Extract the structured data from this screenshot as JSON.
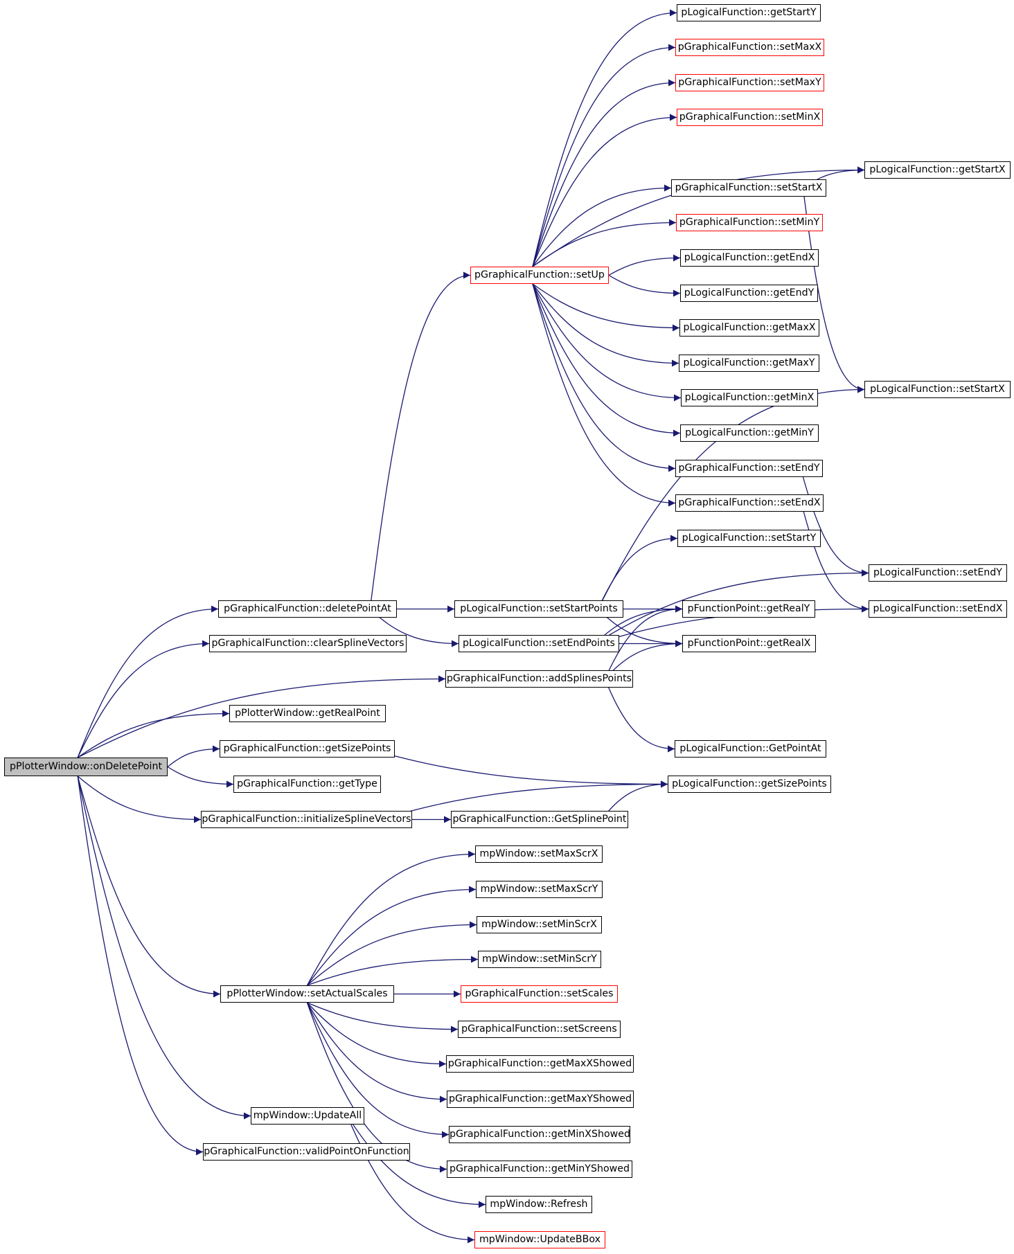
{
  "colors": {
    "edge": "#191970",
    "box_border": "#000000",
    "undocumented_border": "#ff0000",
    "root_fill": "#bfbfbf"
  },
  "nodes": [
    {
      "id": "root",
      "label": "pPlotterWindow::onDeletePoint",
      "style": "root"
    },
    {
      "id": "deletePointAt",
      "label": "pGraphicalFunction::deletePointAt"
    },
    {
      "id": "clearSpline",
      "label": "pGraphicalFunction::clearSplineVectors"
    },
    {
      "id": "getRealPoint",
      "label": "pPlotterWindow::getRealPoint"
    },
    {
      "id": "gfGetSizePoints",
      "label": "pGraphicalFunction::getSizePoints"
    },
    {
      "id": "getType",
      "label": "pGraphicalFunction::getType"
    },
    {
      "id": "initSpline",
      "label": "pGraphicalFunction::initializeSplineVectors"
    },
    {
      "id": "setActualScales",
      "label": "pPlotterWindow::setActualScales"
    },
    {
      "id": "updateAll",
      "label": "mpWindow::UpdateAll"
    },
    {
      "id": "validPoint",
      "label": "pGraphicalFunction::validPointOnFunction"
    },
    {
      "id": "setUp",
      "label": "pGraphicalFunction::setUp",
      "style": "red"
    },
    {
      "id": "setStartPoints",
      "label": "pLogicalFunction::setStartPoints"
    },
    {
      "id": "setEndPoints",
      "label": "pLogicalFunction::setEndPoints"
    },
    {
      "id": "addSplines",
      "label": "pGraphicalFunction::addSplinesPoints"
    },
    {
      "id": "getSplinePoint",
      "label": "pGraphicalFunction::GetSplinePoint"
    },
    {
      "id": "setMaxScrX",
      "label": "mpWindow::setMaxScrX"
    },
    {
      "id": "setMaxScrY",
      "label": "mpWindow::setMaxScrY"
    },
    {
      "id": "setMinScrX",
      "label": "mpWindow::setMinScrX"
    },
    {
      "id": "setMinScrY",
      "label": "mpWindow::setMinScrY"
    },
    {
      "id": "setScales",
      "label": "pGraphicalFunction::setScales",
      "style": "red"
    },
    {
      "id": "setScreens",
      "label": "pGraphicalFunction::setScreens"
    },
    {
      "id": "getMaxXShowed",
      "label": "pGraphicalFunction::getMaxXShowed"
    },
    {
      "id": "getMaxYShowed",
      "label": "pGraphicalFunction::getMaxYShowed"
    },
    {
      "id": "getMinXShowed",
      "label": "pGraphicalFunction::getMinXShowed"
    },
    {
      "id": "getMinYShowed",
      "label": "pGraphicalFunction::getMinYShowed"
    },
    {
      "id": "refresh",
      "label": "mpWindow::Refresh"
    },
    {
      "id": "updateBBox",
      "label": "mpWindow::UpdateBBox",
      "style": "red"
    },
    {
      "id": "lfGetStartY",
      "label": "pLogicalFunction::getStartY"
    },
    {
      "id": "gfSetMaxX",
      "label": "pGraphicalFunction::setMaxX",
      "style": "red"
    },
    {
      "id": "gfSetMaxY",
      "label": "pGraphicalFunction::setMaxY",
      "style": "red"
    },
    {
      "id": "gfSetMinX",
      "label": "pGraphicalFunction::setMinX",
      "style": "red"
    },
    {
      "id": "gfSetStartX",
      "label": "pGraphicalFunction::setStartX"
    },
    {
      "id": "gfSetMinY",
      "label": "pGraphicalFunction::setMinY",
      "style": "red"
    },
    {
      "id": "lfGetEndX",
      "label": "pLogicalFunction::getEndX"
    },
    {
      "id": "lfGetEndY",
      "label": "pLogicalFunction::getEndY"
    },
    {
      "id": "lfGetMaxX",
      "label": "pLogicalFunction::getMaxX"
    },
    {
      "id": "lfGetMaxY",
      "label": "pLogicalFunction::getMaxY"
    },
    {
      "id": "lfGetMinX",
      "label": "pLogicalFunction::getMinX"
    },
    {
      "id": "lfGetMinY",
      "label": "pLogicalFunction::getMinY"
    },
    {
      "id": "gfSetEndY",
      "label": "pGraphicalFunction::setEndY"
    },
    {
      "id": "gfSetEndX",
      "label": "pGraphicalFunction::setEndX"
    },
    {
      "id": "lfSetStartY",
      "label": "pLogicalFunction::setStartY"
    },
    {
      "id": "fpGetRealY",
      "label": "pFunctionPoint::getRealY"
    },
    {
      "id": "fpGetRealX",
      "label": "pFunctionPoint::getRealX"
    },
    {
      "id": "lfGetPointAt",
      "label": "pLogicalFunction::GetPointAt"
    },
    {
      "id": "lfGetSizePoints",
      "label": "pLogicalFunction::getSizePoints"
    },
    {
      "id": "lfGetStartX",
      "label": "pLogicalFunction::getStartX"
    },
    {
      "id": "lfSetStartX",
      "label": "pLogicalFunction::setStartX"
    },
    {
      "id": "lfSetEndY",
      "label": "pLogicalFunction::setEndY"
    },
    {
      "id": "lfSetEndX",
      "label": "pLogicalFunction::setEndX"
    }
  ],
  "edges": [
    [
      "root",
      "deletePointAt"
    ],
    [
      "root",
      "clearSpline"
    ],
    [
      "root",
      "addSplines"
    ],
    [
      "root",
      "getRealPoint"
    ],
    [
      "root",
      "gfGetSizePoints"
    ],
    [
      "root",
      "getType"
    ],
    [
      "root",
      "initSpline"
    ],
    [
      "root",
      "setActualScales"
    ],
    [
      "root",
      "updateAll"
    ],
    [
      "root",
      "validPoint"
    ],
    [
      "deletePointAt",
      "setUp"
    ],
    [
      "deletePointAt",
      "setStartPoints"
    ],
    [
      "deletePointAt",
      "setEndPoints"
    ],
    [
      "setUp",
      "lfGetStartY"
    ],
    [
      "setUp",
      "gfSetMaxX"
    ],
    [
      "setUp",
      "gfSetMaxY"
    ],
    [
      "setUp",
      "gfSetMinX"
    ],
    [
      "setUp",
      "lfGetStartX"
    ],
    [
      "setUp",
      "gfSetStartX"
    ],
    [
      "setUp",
      "gfSetMinY"
    ],
    [
      "setUp",
      "lfGetEndX"
    ],
    [
      "setUp",
      "lfGetEndY"
    ],
    [
      "setUp",
      "lfGetMaxX"
    ],
    [
      "setUp",
      "lfGetMaxY"
    ],
    [
      "setUp",
      "lfGetMinX"
    ],
    [
      "setUp",
      "lfGetMinY"
    ],
    [
      "setUp",
      "gfSetEndY"
    ],
    [
      "setUp",
      "gfSetEndX"
    ],
    [
      "gfSetStartX",
      "lfGetStartX"
    ],
    [
      "gfSetStartX",
      "lfSetStartX"
    ],
    [
      "gfSetEndY",
      "lfSetEndY"
    ],
    [
      "gfSetEndX",
      "lfSetEndX"
    ],
    [
      "setStartPoints",
      "lfSetStartY"
    ],
    [
      "setStartPoints",
      "lfSetStartX"
    ],
    [
      "setStartPoints",
      "fpGetRealY"
    ],
    [
      "setStartPoints",
      "fpGetRealX"
    ],
    [
      "setEndPoints",
      "fpGetRealY"
    ],
    [
      "setEndPoints",
      "fpGetRealX"
    ],
    [
      "setEndPoints",
      "lfSetEndY"
    ],
    [
      "setEndPoints",
      "lfSetEndX"
    ],
    [
      "addSplines",
      "fpGetRealY"
    ],
    [
      "addSplines",
      "fpGetRealX"
    ],
    [
      "addSplines",
      "lfGetPointAt"
    ],
    [
      "gfGetSizePoints",
      "lfGetSizePoints"
    ],
    [
      "initSpline",
      "lfGetSizePoints"
    ],
    [
      "initSpline",
      "getSplinePoint"
    ],
    [
      "getSplinePoint",
      "lfGetSizePoints"
    ],
    [
      "setActualScales",
      "setMaxScrX"
    ],
    [
      "setActualScales",
      "setMaxScrY"
    ],
    [
      "setActualScales",
      "setMinScrX"
    ],
    [
      "setActualScales",
      "setMinScrY"
    ],
    [
      "setActualScales",
      "setScales"
    ],
    [
      "setActualScales",
      "setScreens"
    ],
    [
      "setActualScales",
      "getMaxXShowed"
    ],
    [
      "setActualScales",
      "getMaxYShowed"
    ],
    [
      "setActualScales",
      "getMinXShowed"
    ],
    [
      "setActualScales",
      "getMinYShowed"
    ],
    [
      "updateAll",
      "refresh"
    ],
    [
      "updateAll",
      "updateBBox"
    ]
  ]
}
